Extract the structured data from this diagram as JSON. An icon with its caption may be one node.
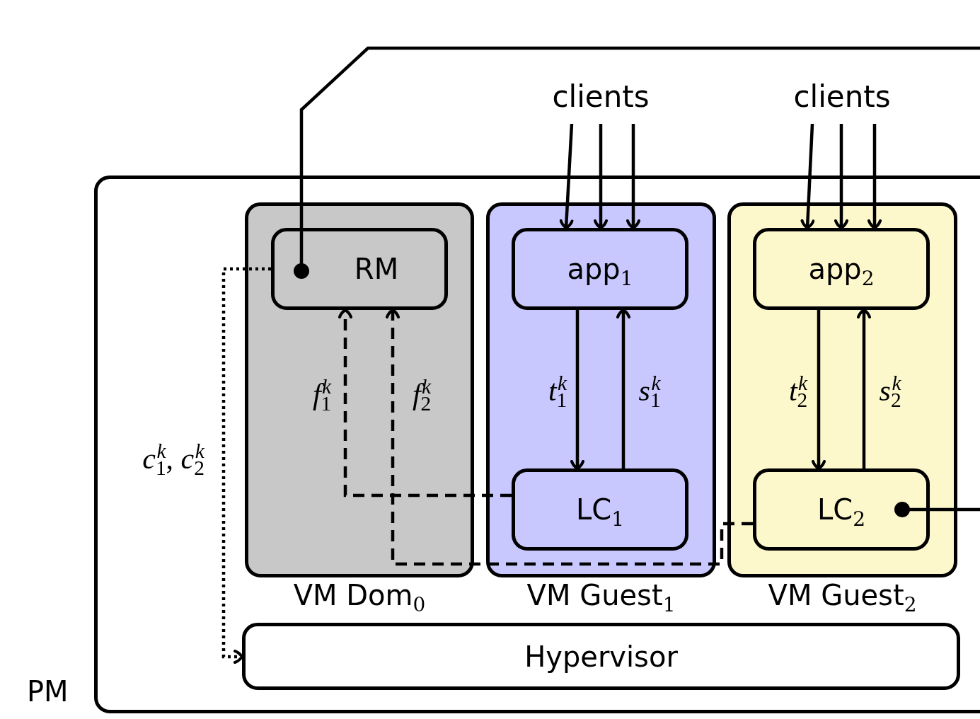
{
  "diagram": {
    "nodes": [
      {
        "text": [
          "PM"
        ]
      },
      {
        "text": [
          "VM Dom$_{0}$"
        ],
        "in": 0
      },
      {
        "text": [
          "RM"
        ],
        "in": 1
      },
      {
        "text": [
          "VM Guest$_{1}$"
        ],
        "in": 0
      },
      {
        "text": [
          "app$_{1}$"
        ],
        "in": 3
      },
      {
        "text": [
          "LC$_{1}$"
        ],
        "in": 3
      },
      {
        "text": [
          "VM Guest$_{2}$"
        ],
        "in": 0
      },
      {
        "text": [
          "app$_{2}$"
        ],
        "in": 6
      },
      {
        "text": [
          "LC$_{2}$"
        ],
        "in": 6
      },
      {
        "text": [
          "Hypervisor"
        ],
        "in": 0
      },
      {
        "text": [
          "clients"
        ]
      },
      {
        "text": [
          "clients"
        ]
      }
    ],
    "edges": [
      {
        "from": 10,
        "to": 4,
        "arrow": "to"
      },
      {
        "from": 10,
        "to": 4,
        "arrow": "to"
      },
      {
        "from": 10,
        "to": 4,
        "arrow": "to"
      },
      {
        "from": 11,
        "to": 7,
        "arrow": "to"
      },
      {
        "from": 11,
        "to": 7,
        "arrow": "to"
      },
      {
        "from": 11,
        "to": 7,
        "arrow": "to"
      },
      {
        "from": 4,
        "to": 5,
        "arrow": "to",
        "label": "*t*$_{1}$$^{k}$"
      },
      {
        "from": 5,
        "to": 4,
        "arrow": "to",
        "label": "*s*$_{1}$$^{k}$"
      },
      {
        "from": 7,
        "to": 8,
        "arrow": "to",
        "label": "*t*$_{2}$$^{k}$"
      },
      {
        "from": 8,
        "to": 7,
        "arrow": "to",
        "label": "*s*$_{2}$$^{k}$"
      },
      {
        "from": 5,
        "to": 2,
        "arrow": "to",
        "style": "dashed",
        "label": "*f*$_{1}$$^{k}$"
      },
      {
        "from": 8,
        "to": 2,
        "arrow": "to",
        "style": "dashed",
        "label": "*f*$_{2}$$^{k}$"
      },
      {
        "from": 2,
        "to": 9,
        "arrow": "to",
        "style": "dashed",
        "label": "*c*$_{1}$$^{k}$, *c*$_{2}$$^{k}$"
      },
      {
        "from": 2,
        "to": null,
        "arrow": "other"
      },
      {
        "from": 8,
        "to": null,
        "arrow": "other"
      }
    ]
  }
}
